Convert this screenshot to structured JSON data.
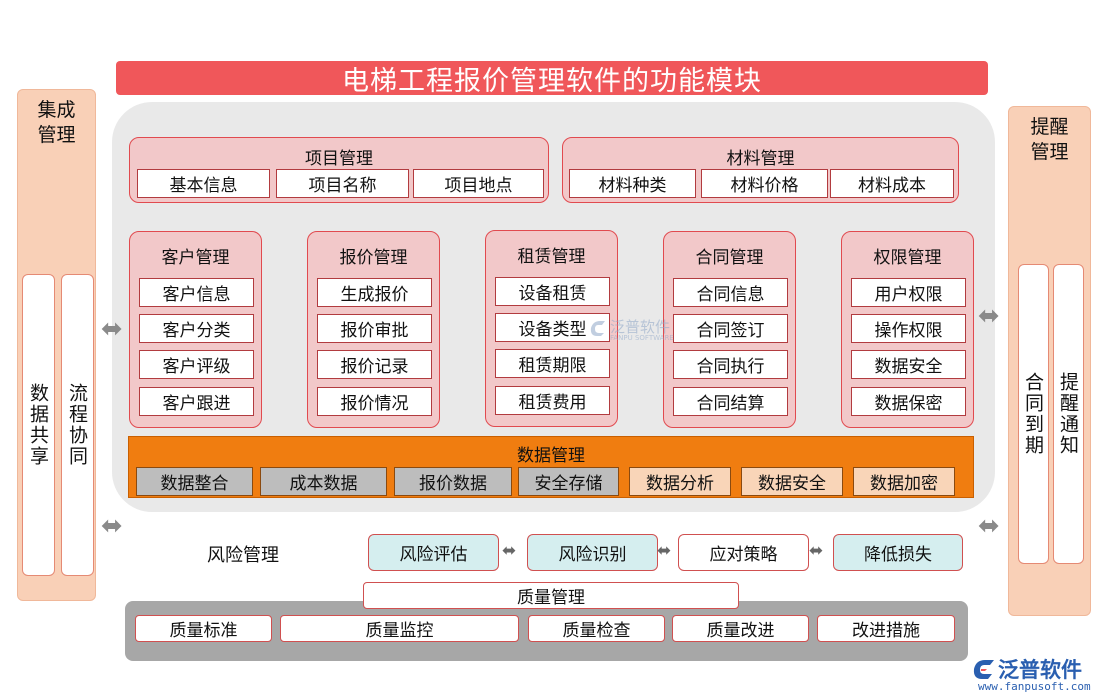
{
  "title": "电梯工程报价管理软件的功能模块",
  "left_panel": {
    "title": "集成管理",
    "columns": [
      "数据共享",
      "流程协同"
    ]
  },
  "right_panel": {
    "title": "提醒管理",
    "columns": [
      "合同到期",
      "提醒通知"
    ]
  },
  "project": {
    "title": "项目管理",
    "items": [
      "基本信息",
      "项目名称",
      "项目地点"
    ]
  },
  "material": {
    "title": "材料管理",
    "items": [
      "材料种类",
      "材料价格",
      "材料成本"
    ]
  },
  "modules": [
    {
      "title": "客户管理",
      "items": [
        "客户信息",
        "客户分类",
        "客户评级",
        "客户跟进"
      ]
    },
    {
      "title": "报价管理",
      "items": [
        "生成报价",
        "报价审批",
        "报价记录",
        "报价情况"
      ]
    },
    {
      "title": "租赁管理",
      "items": [
        "设备租赁",
        "设备类型",
        "租赁期限",
        "租赁费用"
      ]
    },
    {
      "title": "合同管理",
      "items": [
        "合同信息",
        "合同签订",
        "合同执行",
        "合同结算"
      ]
    },
    {
      "title": "权限管理",
      "items": [
        "用户权限",
        "操作权限",
        "数据安全",
        "数据保密"
      ]
    }
  ],
  "data_management": {
    "title": "数据管理",
    "items": [
      "数据整合",
      "成本数据",
      "报价数据",
      "安全存储",
      "数据分析",
      "数据安全",
      "数据加密"
    ]
  },
  "risk": {
    "label": "风险管理",
    "steps": [
      "风险评估",
      "风险识别",
      "应对策略",
      "降低损失"
    ]
  },
  "quality": {
    "title": "质量管理",
    "items": [
      "质量标准",
      "质量监控",
      "质量检查",
      "质量改进",
      "改进措施"
    ]
  },
  "logo": {
    "name": "泛普软件",
    "url": "www.fanpusoft.com"
  },
  "watermark": {
    "name": "泛普软件",
    "url": "FANPU SOFTWARE"
  },
  "colors": {
    "title_bar": "#f0575a",
    "side_panel": "#f9d0b7",
    "group_fill": "#f2c8c9",
    "group_border": "#e14a4f",
    "data_mgmt": "#f07d10",
    "risk_teal": "#d5eeef",
    "quality_panel": "#a7a7a7",
    "logo_blue": "#2a5fb0"
  }
}
